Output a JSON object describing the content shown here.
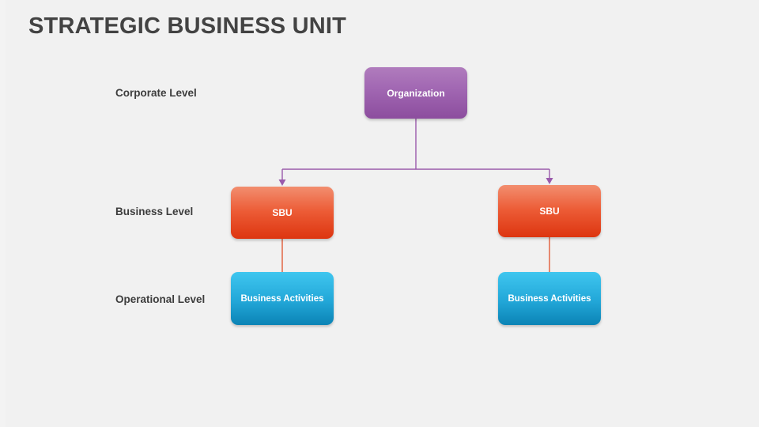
{
  "slide": {
    "title": "STRATEGIC BUSINESS UNIT",
    "background_color": "#f1f1f1",
    "title_color": "#434343"
  },
  "levels": [
    {
      "label": "Corporate Level"
    },
    {
      "label": "Business Level"
    },
    {
      "label": "Operational Level"
    }
  ],
  "nodes": {
    "organization": {
      "label": "Organization",
      "color": "#9a5aab"
    },
    "sbu_left": {
      "label": "SBU",
      "color": "#e4501f"
    },
    "sbu_right": {
      "label": "SBU",
      "color": "#e4501f"
    },
    "activities_left": {
      "label": "Business Activities",
      "color": "#1a9bce"
    },
    "activities_right": {
      "label": "Business Activities",
      "color": "#1a9bce"
    }
  },
  "connectors": {
    "tree_color": "#9a5aab",
    "branch_color": "#e0512a"
  }
}
